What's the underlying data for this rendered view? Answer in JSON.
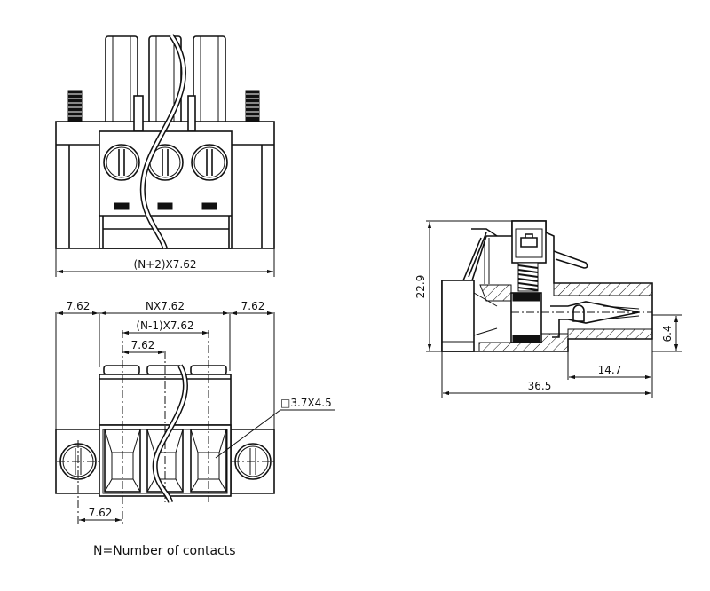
{
  "drawing": {
    "title": "Pluggable terminal block connector dimensional drawing",
    "note": "N=Number of contacts",
    "top_view": {
      "width_dim": "(N+2)X7.62"
    },
    "front_view": {
      "left_margin_dim": "7.62",
      "center_dim": "NX7.62",
      "right_margin_dim": "7.62",
      "span_dim": "(N-1)X7.62",
      "pitch_dim": "7.62",
      "wire_opening_dim": "□3.7X4.5",
      "flange_pitch_dim": "7.62"
    },
    "side_view": {
      "height_dim": "22.9",
      "pin_height_dim": "6.4",
      "pin_length_dim": "14.7",
      "total_length_dim": "36.5"
    }
  }
}
